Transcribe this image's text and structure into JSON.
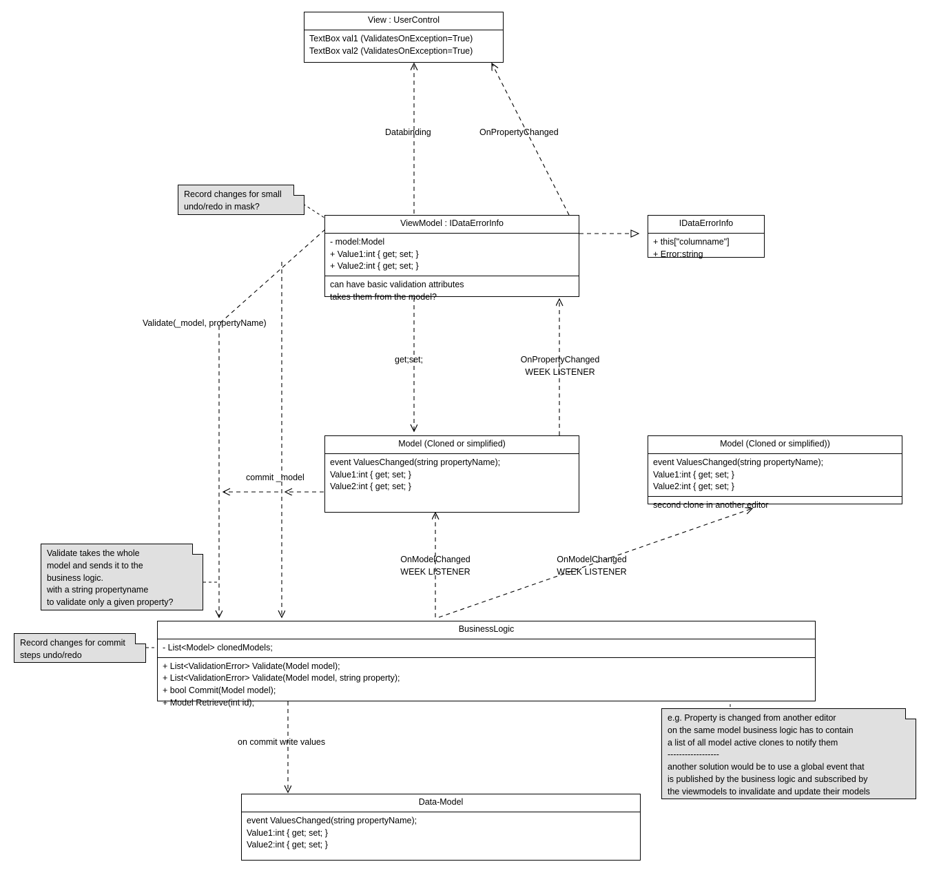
{
  "diagram": {
    "title": "MVVM validation class diagram",
    "classes": [
      {
        "id": "view",
        "name": "View : UserControl",
        "compartments": [
          [
            "TextBox val1 (ValidatesOnException=True)",
            "TextBox val2 (ValidatesOnException=True)"
          ]
        ]
      },
      {
        "id": "viewmodel",
        "name": "ViewModel : IDataErrorInfo",
        "compartments": [
          [
            "- model:Model",
            "+ Value1:int { get; set; }",
            "+ Value2:int { get; set; }"
          ],
          [
            "can have basic validation attributes",
            "takes them from the model?"
          ]
        ]
      },
      {
        "id": "idataerrorinfo",
        "name": "IDataErrorInfo",
        "compartments": [
          [
            "+ this[\"columname\"]",
            "+ Error:string"
          ]
        ]
      },
      {
        "id": "model1",
        "name": "Model (Cloned or simplified)",
        "compartments": [
          [
            "event ValuesChanged(string propertyName);",
            "Value1:int { get; set; }",
            "Value2:int { get; set; }"
          ]
        ]
      },
      {
        "id": "model2",
        "name": "Model (Cloned or simplified))",
        "compartments": [
          [
            "event ValuesChanged(string propertyName);",
            "Value1:int { get; set; }",
            "Value2:int { get; set; }"
          ],
          [
            "second clone in another editor"
          ]
        ]
      },
      {
        "id": "businesslogic",
        "name": "BusinessLogic",
        "compartments": [
          [
            "- List<Model> clonedModels;"
          ],
          [
            "+ List<ValidationError> Validate(Model model);",
            "+ List<ValidationError> Validate(Model model, string property);",
            "+ bool Commit(Model model);",
            "+ Model Retrieve(int id);"
          ]
        ]
      },
      {
        "id": "datamodel",
        "name": "Data-Model",
        "compartments": [
          [
            "event ValuesChanged(string propertyName);",
            "Value1:int { get; set; }",
            "Value2:int { get; set; }"
          ]
        ]
      }
    ],
    "notes": [
      {
        "id": "note-undo-mask",
        "lines": [
          "Record changes for small",
          "undo/redo in mask?"
        ]
      },
      {
        "id": "note-validate-whole-model",
        "lines": [
          "Validate takes the whole",
          "model and sends it to the",
          "business logic.",
          "with a string propertyname",
          "to validate only a given property?"
        ]
      },
      {
        "id": "note-commit-steps",
        "lines": [
          "Record changes for commit",
          "steps undo/redo"
        ]
      },
      {
        "id": "note-global-event",
        "lines": [
          "e.g. Property is changed from another editor",
          "on the same model business logic has to contain",
          "a list of all model active clones to notify them",
          "------------------",
          "another solution would be to use a global event that",
          "is published by the business logic and subscribed by",
          "the viewmodels to invalidate and update their models"
        ]
      }
    ],
    "edge_labels": [
      {
        "id": "label-databinding",
        "lines": [
          "Databinding"
        ]
      },
      {
        "id": "label-onpropertychanged-view",
        "lines": [
          "OnPropertyChanged"
        ]
      },
      {
        "id": "label-validate-model",
        "lines": [
          "Validate(_model, propertyName)"
        ]
      },
      {
        "id": "label-getset",
        "lines": [
          "get;set;"
        ]
      },
      {
        "id": "label-onpropertychanged-weak",
        "lines": [
          "OnPropertyChanged",
          "WEEK LISTENER"
        ]
      },
      {
        "id": "label-commit-model",
        "lines": [
          "commit _model"
        ]
      },
      {
        "id": "label-onmodelchanged-weak-1",
        "lines": [
          "OnModelChanged",
          "WEEK LISTENER"
        ]
      },
      {
        "id": "label-onmodelchanged-weak-2",
        "lines": [
          "OnModelChanged",
          "WEEK LISTENER"
        ]
      },
      {
        "id": "label-on-commit-write-values",
        "lines": [
          "on commit write values"
        ]
      }
    ],
    "colors": {
      "line": "#000000",
      "note_fill": "#e0e0e0",
      "class_fill": "#ffffff",
      "background": "#ffffff"
    }
  }
}
